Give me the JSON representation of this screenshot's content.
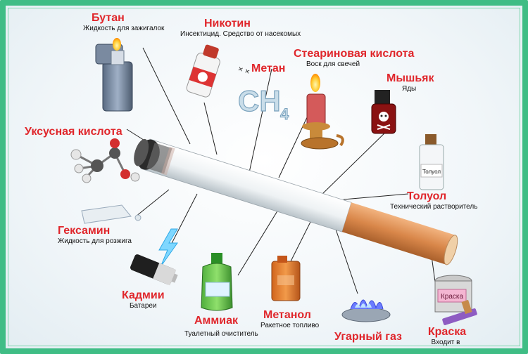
{
  "labels": {
    "butan": {
      "name": "Бутан",
      "desc": "Жидкость для зажигалок"
    },
    "nikotin": {
      "name": "Никотин",
      "desc": "Инсектицид. Средство от насекомых"
    },
    "metan": {
      "name": "Метан"
    },
    "stearin": {
      "name": "Стеариновая кислота",
      "desc": "Воск для свечей"
    },
    "myshyak": {
      "name": "Мышьяк",
      "desc": "Яды"
    },
    "uksus": {
      "name": "Уксусная кислота"
    },
    "toluol": {
      "name": "Толуол",
      "desc": "Технический растворитель"
    },
    "geksamin": {
      "name": "Гексамин",
      "desc": "Жидкость для розжига"
    },
    "kadmii": {
      "name": "Кадмии",
      "desc": "Батареи"
    },
    "ammiak": {
      "name": "Аммиак",
      "desc": "Туалетный очиститель"
    },
    "metanol": {
      "name": "Метанол",
      "desc": "Ракетное топливо"
    },
    "ugarny": {
      "name": "Угарный газ"
    },
    "kraska": {
      "name": "Краска",
      "desc": "Входит в состав бумаги"
    }
  },
  "art_text": {
    "methane_formula": "CH",
    "methane_sub": "4",
    "toluol_bottle": "Толуол",
    "paint_can": "Краска"
  },
  "colors": {
    "label_red": "#e0262b",
    "frame_green": "#3fbd85",
    "filter_orange": "#d9874a"
  }
}
